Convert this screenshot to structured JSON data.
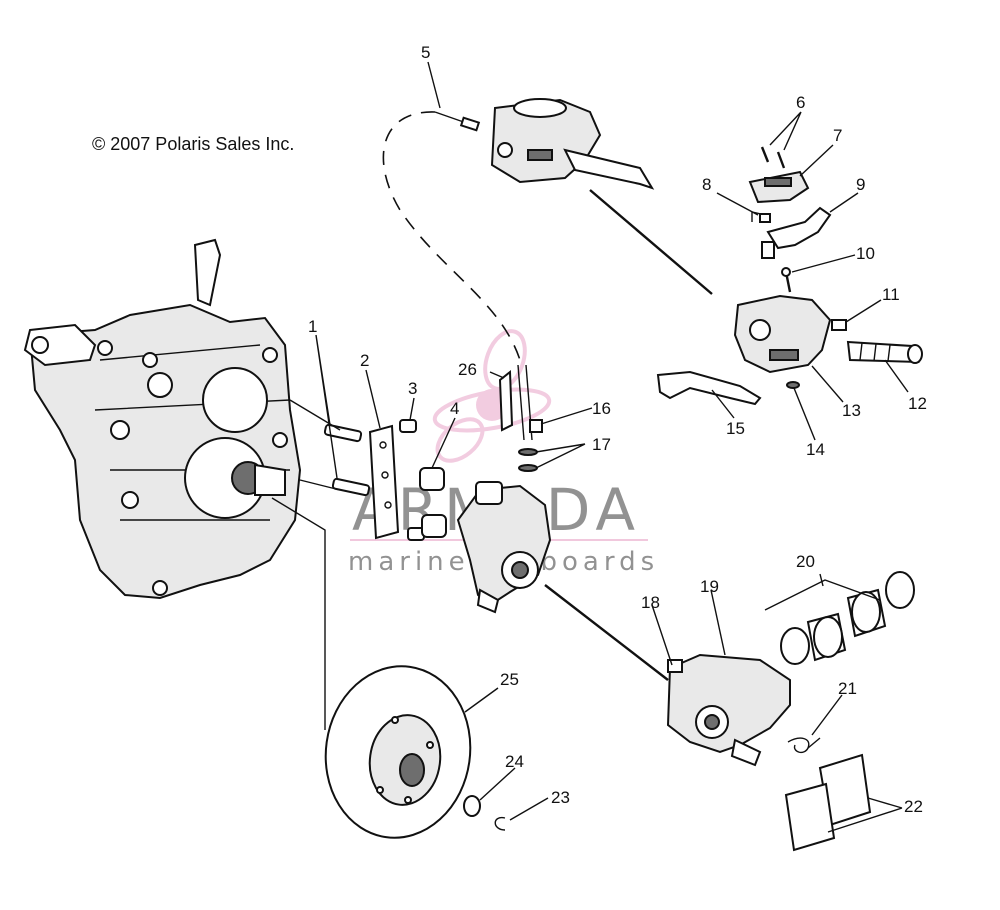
{
  "copyright": "© 2007 Polaris Sales Inc.",
  "watermark": {
    "brand": "ARMADA",
    "tagline": "marine outboards",
    "colors": {
      "logo_pink": "#e8a4c8",
      "text_gray": "#3a3a3a"
    }
  },
  "callouts": [
    "1",
    "2",
    "3",
    "4",
    "5",
    "6",
    "7",
    "8",
    "9",
    "10",
    "11",
    "12",
    "13",
    "14",
    "15",
    "16",
    "17",
    "18",
    "19",
    "20",
    "21",
    "22",
    "23",
    "24",
    "25",
    "26"
  ]
}
